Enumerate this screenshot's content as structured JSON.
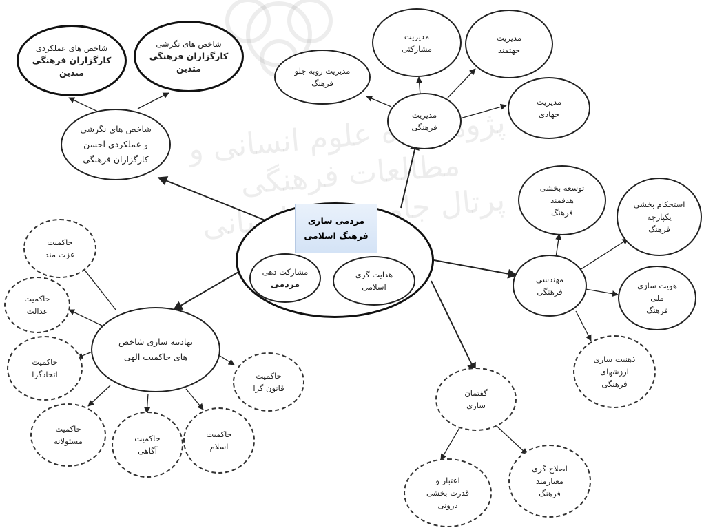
{
  "watermark": {
    "line1": "پژوهشگاه علوم انسانی و مطالعات فرهنگی",
    "line2": "پرتال جامع علوم انسانی"
  },
  "center": {
    "title_line1": "مردمی سازی",
    "title_line2": "فرهنگ اسلامی",
    "sub_left_line1": "مشارکت دهی",
    "sub_left_line2": "مردمی",
    "sub_right_line1": "هدایت گری",
    "sub_right_line2": "اسلامی"
  },
  "indicators": {
    "main": [
      "شاخص های نگرشی",
      "و عملکردی احسن",
      "کارگزاران فرهنگی"
    ],
    "performance": [
      "شاخص های عملکردی",
      "کارگزاران فرهنگی",
      "متدین"
    ],
    "attitudinal": [
      "شاخص های نگرشی",
      "کارگزاران فرهنگی",
      "متدین"
    ]
  },
  "management": {
    "main": [
      "مدیریت",
      "فرهنگی"
    ],
    "forward": [
      "مدیریت روبه جلو",
      "فرهنگ"
    ],
    "participatory": [
      "مدیریت",
      "مشارکتی"
    ],
    "purposeful": [
      "مدیریت",
      "جهتمند"
    ],
    "jihadi": [
      "مدیریت",
      "جهادی"
    ]
  },
  "engineering": {
    "main": [
      "مهندسی",
      "فرهنگی"
    ],
    "development": [
      "توسعه بخشی",
      "هدفمند",
      "فرهنگ"
    ],
    "consolidation": [
      "استحکام بخشی",
      "یکپارچه",
      "فرهنگ"
    ],
    "identity": [
      "هویت سازی",
      "ملی",
      "فرهنگ"
    ],
    "mindset": [
      "ذهنیت سازی",
      "ارزشهای",
      "فرهنگی"
    ]
  },
  "discourse": {
    "main": [
      "گفتمان",
      "سازی"
    ],
    "credibility": [
      "اعتبار و",
      "قدرت بخشی",
      "درونی"
    ],
    "reform": [
      "اصلاح گری",
      "معیارمند",
      "فرهنگ"
    ]
  },
  "sovereignty": {
    "main": [
      "نهادینه سازی شاخص",
      "های حاکمیت الهی"
    ],
    "dignity": [
      "حاکمیت",
      "عزت مند"
    ],
    "justice": [
      "حاکمیت",
      "عدالت"
    ],
    "unity": [
      "حاکمیت",
      "اتحادگرا"
    ],
    "responsible": [
      "حاکمیت",
      "مسئولانه"
    ],
    "aware": [
      "حاکمیت",
      "آگاهی"
    ],
    "islam": [
      "حاکمیت",
      "اسلام"
    ],
    "lawful": [
      "حاکمیت",
      "قانون گرا"
    ]
  },
  "colors": {
    "stroke": "#222222",
    "watermark": "#000000"
  }
}
